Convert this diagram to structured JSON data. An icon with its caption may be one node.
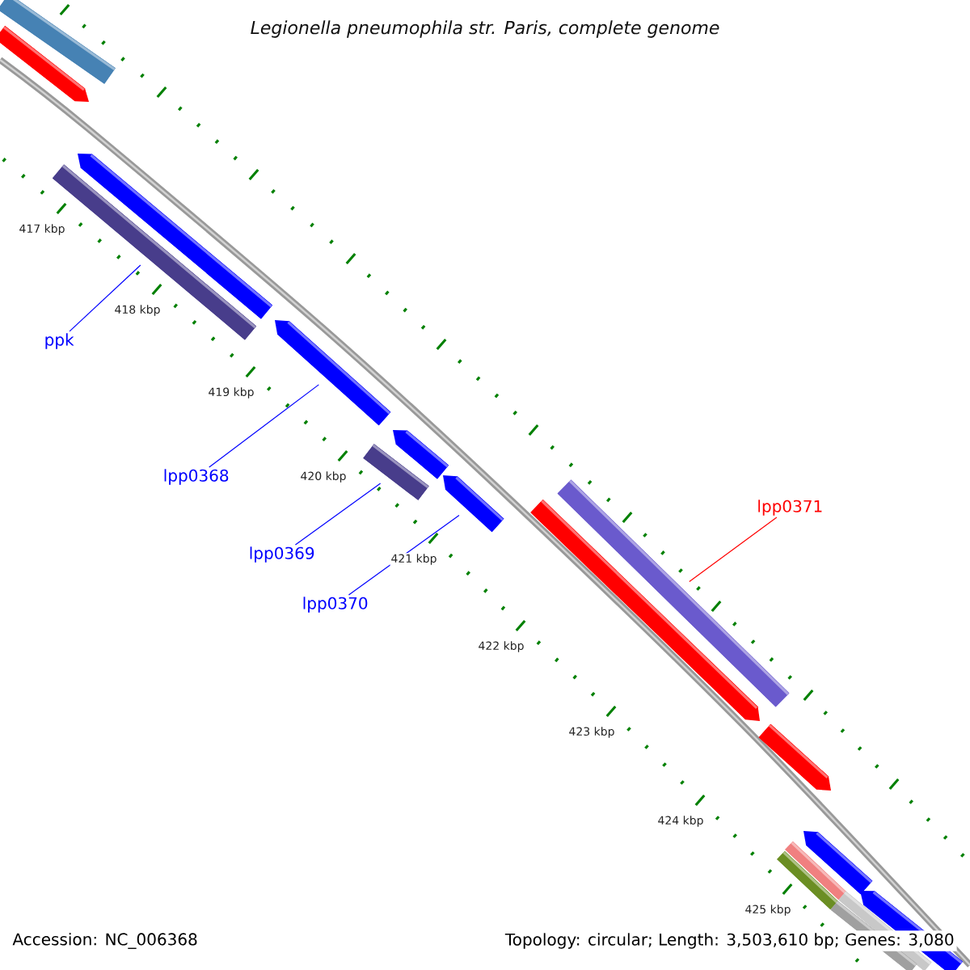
{
  "diagram": {
    "title": "Legionella pneumophila str. Paris, complete genome",
    "nodes": [
      {
        "text": [
          "ppk"
        ]
      },
      {
        "text": [
          "lpp0368"
        ]
      },
      {
        "text": [
          "lpp0369"
        ]
      },
      {
        "text": [
          "lpp0370"
        ]
      },
      {
        "text": [
          "lpp0371"
        ]
      },
      {
        "text": [],
        "shape": "bar"
      },
      {
        "text": [],
        "shape": "bar"
      },
      {
        "text": [],
        "shape": "bar"
      },
      {
        "text": [],
        "shape": "bar"
      },
      {
        "text": [],
        "shape": "bar"
      },
      {
        "text": [],
        "shape": "bar"
      },
      {
        "text": [],
        "shape": "bar"
      },
      {
        "text": [],
        "shape": "bar"
      },
      {
        "text": [],
        "shape": "bar"
      },
      {
        "text": [],
        "shape": "bar"
      },
      {
        "text": [],
        "shape": "bar"
      },
      {
        "text": [],
        "shape": "bar"
      },
      {
        "text": [],
        "shape": "bar"
      },
      {
        "text": [],
        "shape": "bar"
      },
      {
        "text": [],
        "shape": "bar"
      },
      {
        "text": [],
        "shape": "bar"
      },
      {
        "text": [],
        "shape": "bar"
      }
    ],
    "edges": [
      {
        "from": 0,
        "to": 8,
        "arrow": "none"
      },
      {
        "from": 1,
        "to": 9,
        "arrow": "none"
      },
      {
        "from": 2,
        "to": 10,
        "arrow": "none"
      },
      {
        "from": 3,
        "to": 12,
        "arrow": "none"
      },
      {
        "from": 4,
        "to": 13,
        "arrow": "none",
        "color": "#ff0000"
      }
    ],
    "labels": [
      "417 kbp",
      "418 kbp",
      "419 kbp",
      "420 kbp",
      "421 kbp",
      "422 kbp",
      "423 kbp",
      "424 kbp",
      "425 kbp",
      "Accession: NC_006368",
      "Topology: circular; Length: 3,503,610 bp; Genes: 3,080"
    ]
  }
}
